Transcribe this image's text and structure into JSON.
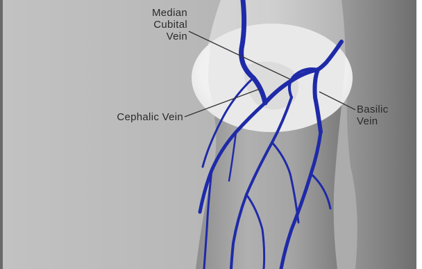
{
  "labels": {
    "median_cubital": {
      "line1": "Median",
      "line2": "Cubital",
      "line3": "Vein"
    },
    "cephalic": "Cephalic Vein",
    "basilic": {
      "line1": "Basilic",
      "line2": "Vein"
    }
  },
  "colors": {
    "background": "#b4b4b4",
    "arm_skin": "#9a9a9a",
    "highlight_circle": "#f4f4f4",
    "vein": "#1f2aa8",
    "vein_dark": "#141c78",
    "leader_line": "#333333",
    "label_text": "#2a2a2a"
  }
}
